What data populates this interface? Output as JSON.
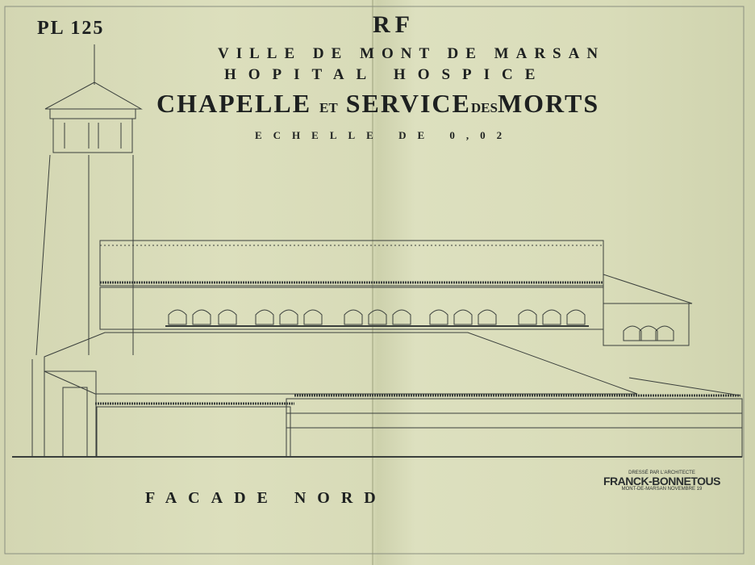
{
  "sheet": {
    "plate_number": "PL 125",
    "emblem": "RF",
    "line1": "VILLE DE MONT DE MARSAN",
    "line2": "HOPITAL HOSPICE",
    "title_part1": "CHAPELLE",
    "title_part2": "ET",
    "title_part3": "SERVICE",
    "title_part4": "DES",
    "title_part5": "MORTS",
    "scale": "ECHELLE DE 0,02",
    "view_label": "FACADE NORD",
    "signature": {
      "line1": "DRESSÉ PAR L'ARCHITECTE",
      "name": "FRANCK-BONNETOUS",
      "line3": "MONT-DE-MARSAN NOVEMBRE 19"
    }
  },
  "colors": {
    "paper": "#d9dcb9",
    "ink": "#1d2020"
  }
}
